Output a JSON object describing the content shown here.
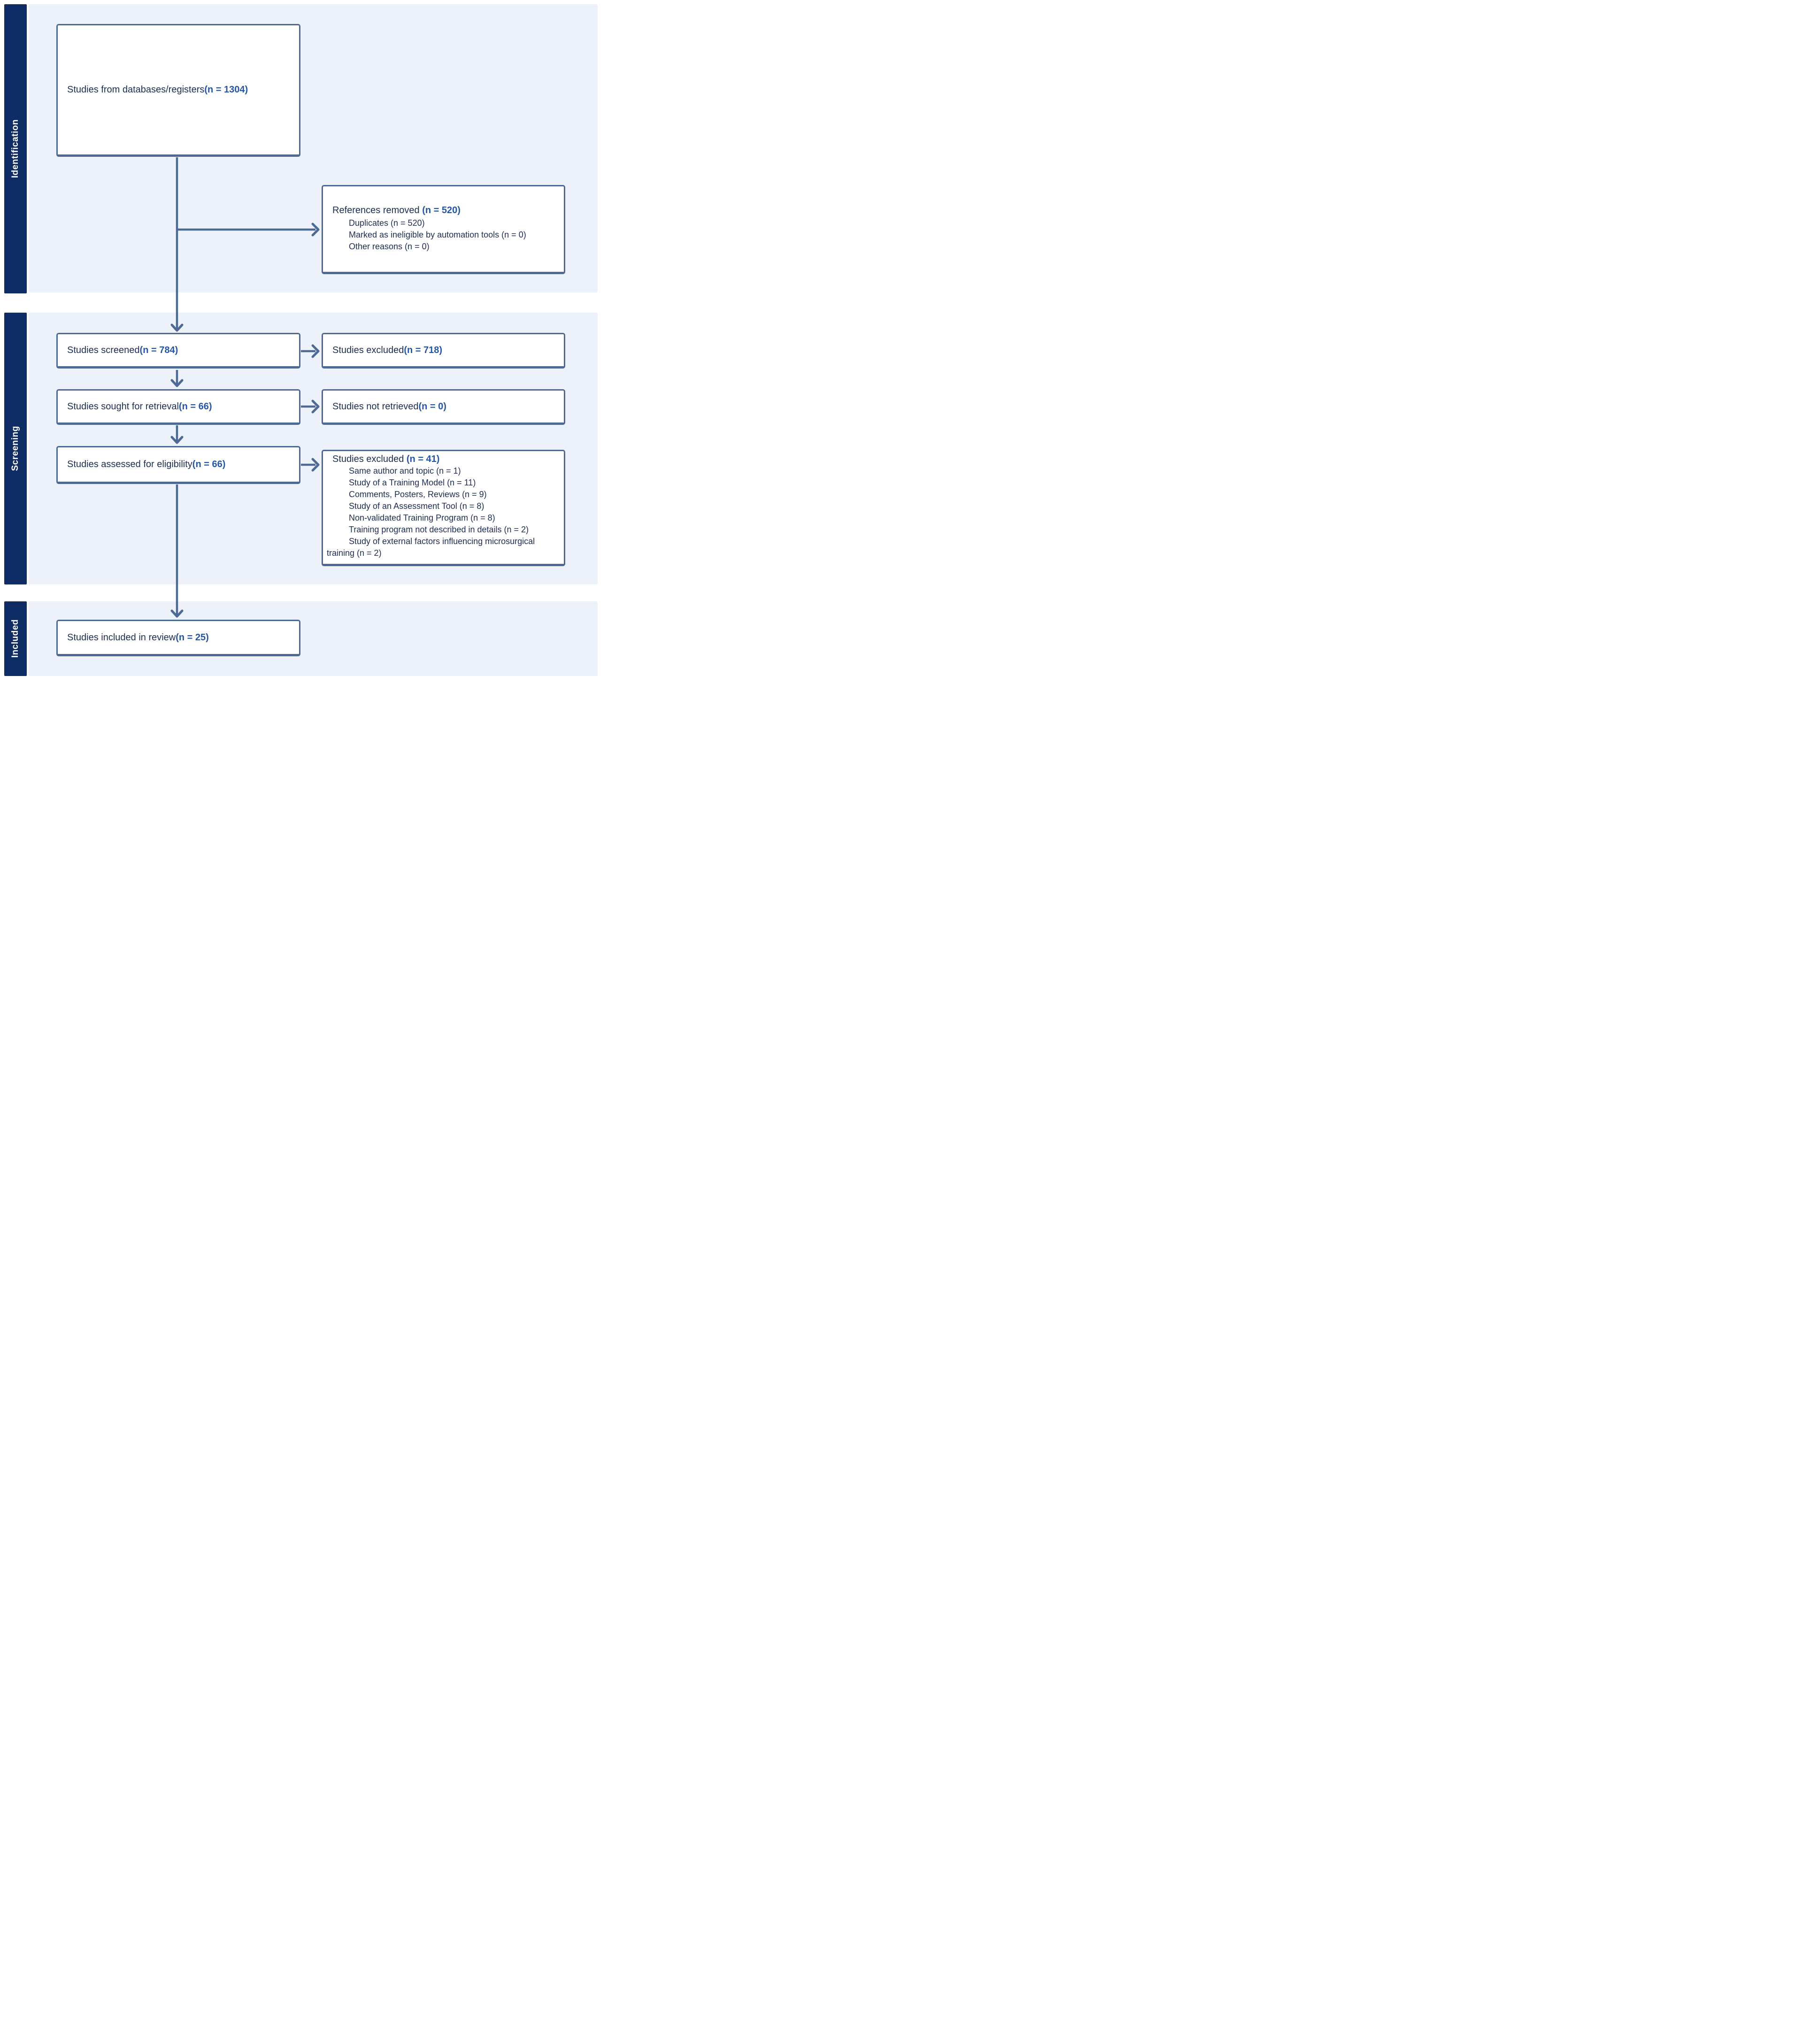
{
  "colors": {
    "rail_navy": "#0f2c64",
    "band_blue": "#edf1fa",
    "line_slate": "#4d6a94",
    "text_navy": "#1d2d52",
    "accent_blue": "#2456a8"
  },
  "sidebar": {
    "identification": "Identification",
    "screening": "Screening",
    "included": "Included"
  },
  "boxes": {
    "db_registers": {
      "label": "Studies from databases/registers",
      "n": "(n = 1304)"
    },
    "references_removed": {
      "label": "References removed",
      "n": "(n = 520)",
      "items": [
        "Duplicates (n = 520)",
        "Marked as ineligible by automation tools (n = 0)",
        "Other reasons (n = 0)"
      ]
    },
    "screened": {
      "label": "Studies screened",
      "n": "(n = 784)"
    },
    "excluded_screening": {
      "label": "Studies excluded",
      "n": "(n = 718)"
    },
    "sought": {
      "label": "Studies sought for retrieval",
      "n": "(n = 66)"
    },
    "not_retrieved": {
      "label": "Studies not retrieved",
      "n": "(n = 0)"
    },
    "assessed": {
      "label": "Studies assessed for eligibility",
      "n": "(n = 66)"
    },
    "excluded_eligibility": {
      "label": "Studies excluded",
      "n": "(n = 41)",
      "items": [
        "Same author and topic (n = 1)",
        "Study of a Training Model (n = 11)",
        "Comments, Posters, Reviews (n = 9)",
        "Study of an Assessment Tool (n = 8)",
        "Non-validated Training Program (n = 8)",
        "Training program not described in details (n = 2)",
        "Study of external factors influencing microsurgical training (n = 2)"
      ]
    },
    "included_review": {
      "label": "Studies included in review",
      "n": "(n = 25)"
    }
  }
}
